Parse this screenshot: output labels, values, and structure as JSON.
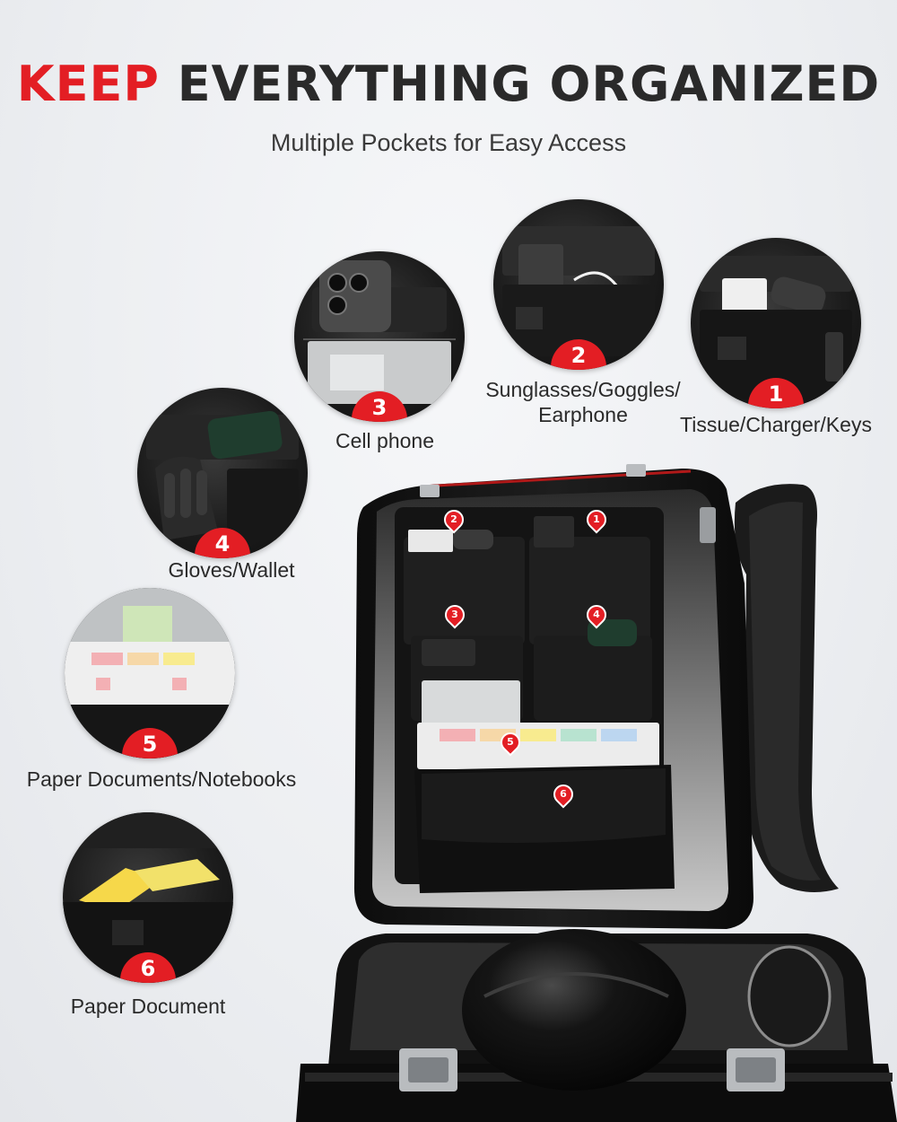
{
  "header": {
    "title_accent": "KEEP",
    "title_rest": "EVERYTHING ORGANIZED",
    "subtitle": "Multiple Pockets for Easy Access"
  },
  "pockets": [
    {
      "number": "1",
      "label": "Tissue/Charger/Keys"
    },
    {
      "number": "2",
      "label_line1": "Sunglasses/Goggles/",
      "label_line2": "Earphone"
    },
    {
      "number": "3",
      "label": "Cell phone"
    },
    {
      "number": "4",
      "label": "Gloves/Wallet"
    },
    {
      "number": "5",
      "label": "Paper Documents/Notebooks"
    },
    {
      "number": "6",
      "label": "Paper Document"
    }
  ],
  "colors": {
    "accent": "#e31e24",
    "text": "#2a2a2a",
    "bag": "#151515"
  }
}
